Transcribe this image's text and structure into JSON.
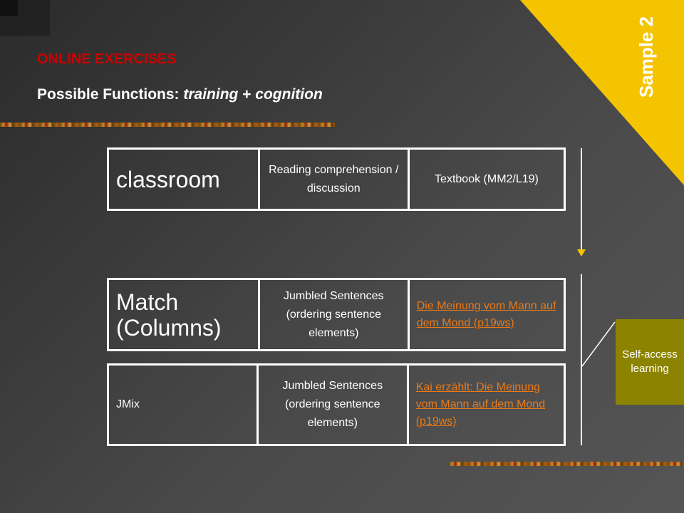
{
  "header": {
    "title": "ONLINE EXERCISES",
    "subtitle_prefix": "Possible Functions: ",
    "subtitle_em1": "training",
    "subtitle_plus": " + ",
    "subtitle_em2": "cognition"
  },
  "badge": {
    "label": "Sample 2"
  },
  "table_classroom": {
    "col1": "classroom",
    "col2": "Reading comprehension / discussion",
    "col3": "Textbook (MM2/L19)"
  },
  "table_match": {
    "col1": "Match (Columns)",
    "col2_line1": "Jumbled Sentences",
    "col2_line2": "(ordering sentence elements)",
    "col3_link": "Die Meinung vom Mann auf dem Mond (p19ws)"
  },
  "table_jmix": {
    "col1": "JMix",
    "col2_line1": "Jumbled Sentences",
    "col2_line2": "(ordering sentence elements)",
    "col3_link": "Kai erzählt: Die Meinung vom Mann auf dem Mond (p19ws)"
  },
  "side_box": {
    "label": "Self-access learning"
  },
  "colors": {
    "accent_red": "#cc0000",
    "badge_yellow": "#f5c400",
    "link_orange": "#e87a1a",
    "side_olive": "#8c8400"
  }
}
